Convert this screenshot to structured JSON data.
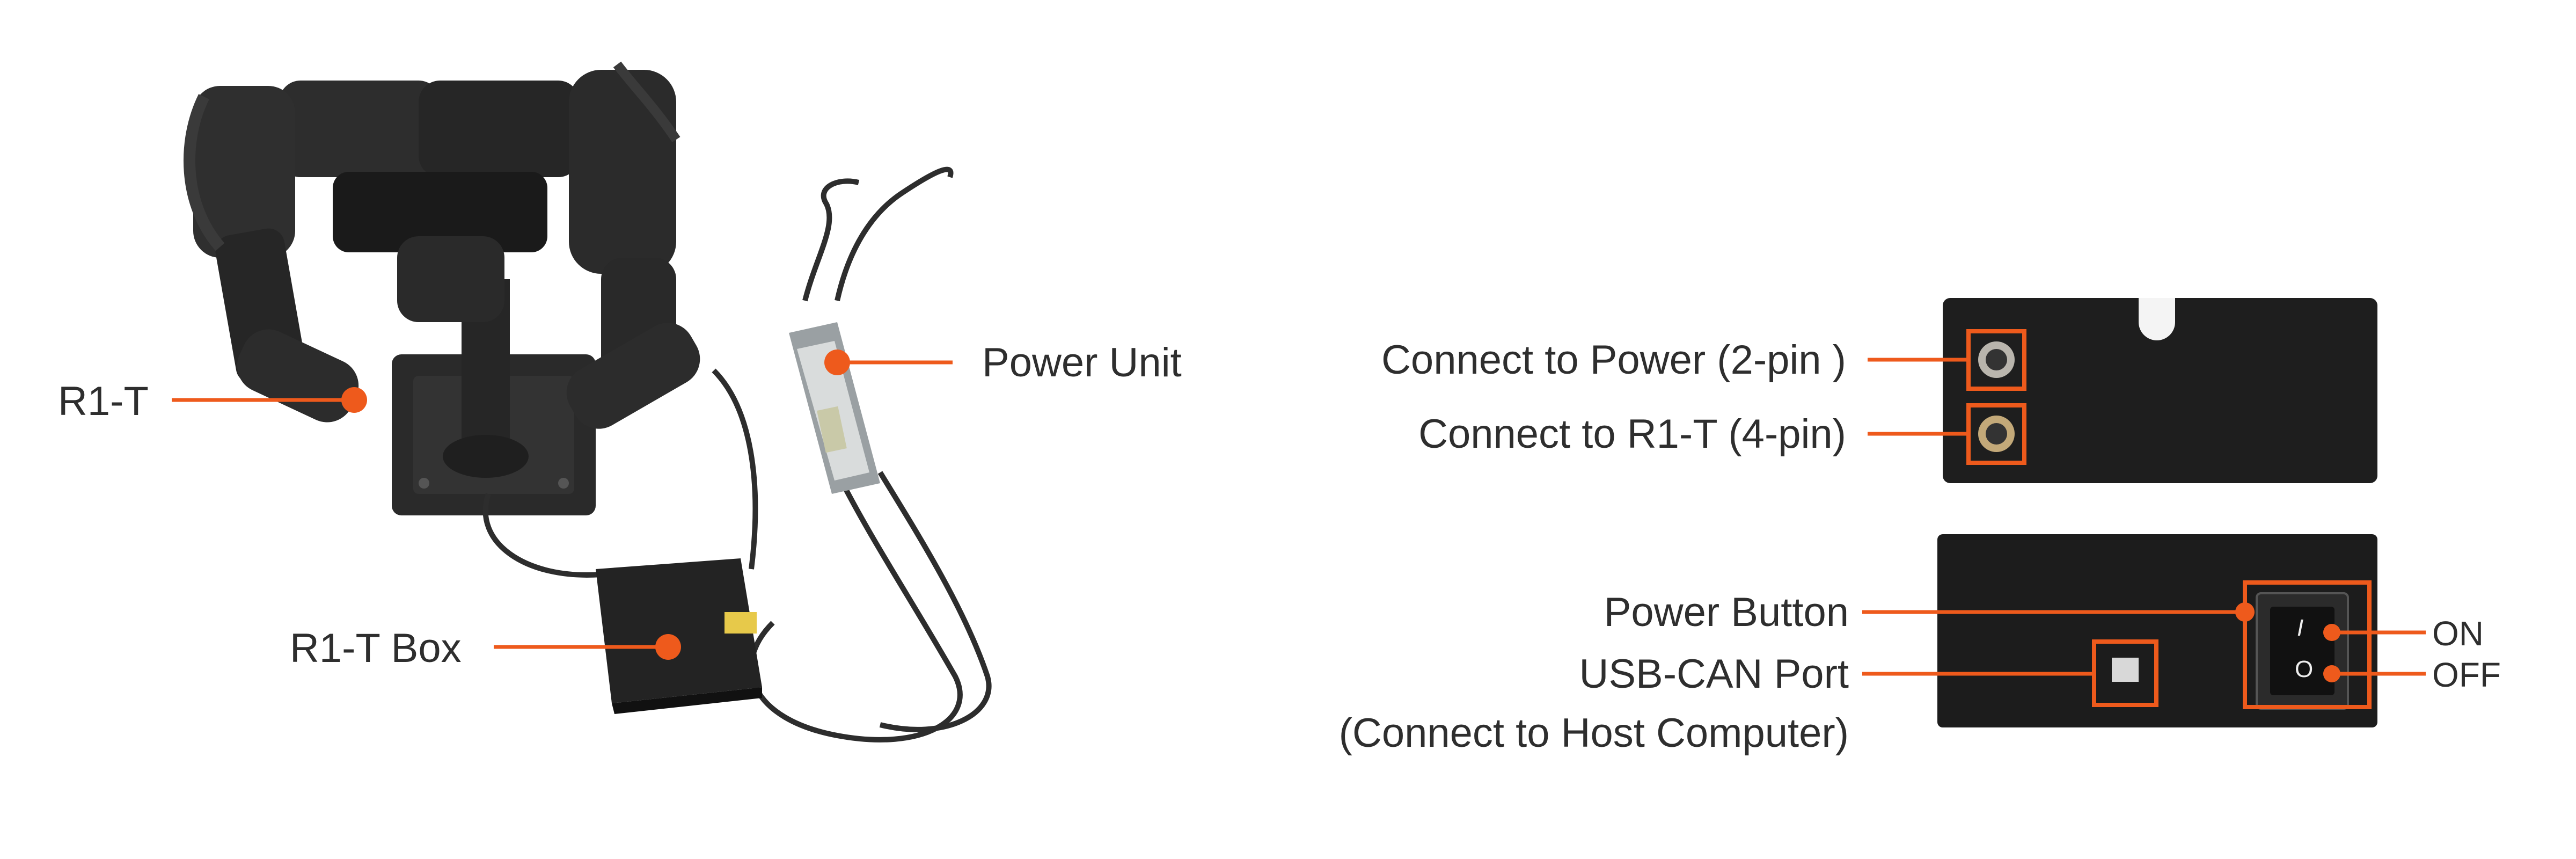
{
  "callouts": {
    "robot": "R1-T",
    "box": "R1-T Box",
    "power_unit": "Power Unit",
    "connect_power": "Connect to Power (2-pin )",
    "connect_r1t": "Connect to R1-T (4-pin)",
    "power_button": "Power Button",
    "usb_can": "USB-CAN Port",
    "usb_can_note": "(Connect to Host Computer)",
    "on": "ON",
    "off": "OFF"
  },
  "switch_symbols": {
    "on": "I",
    "off": "O"
  },
  "colors": {
    "accent": "#ee5a1c",
    "device_dark": "#1e1e1e",
    "text": "#2e2e2e"
  }
}
